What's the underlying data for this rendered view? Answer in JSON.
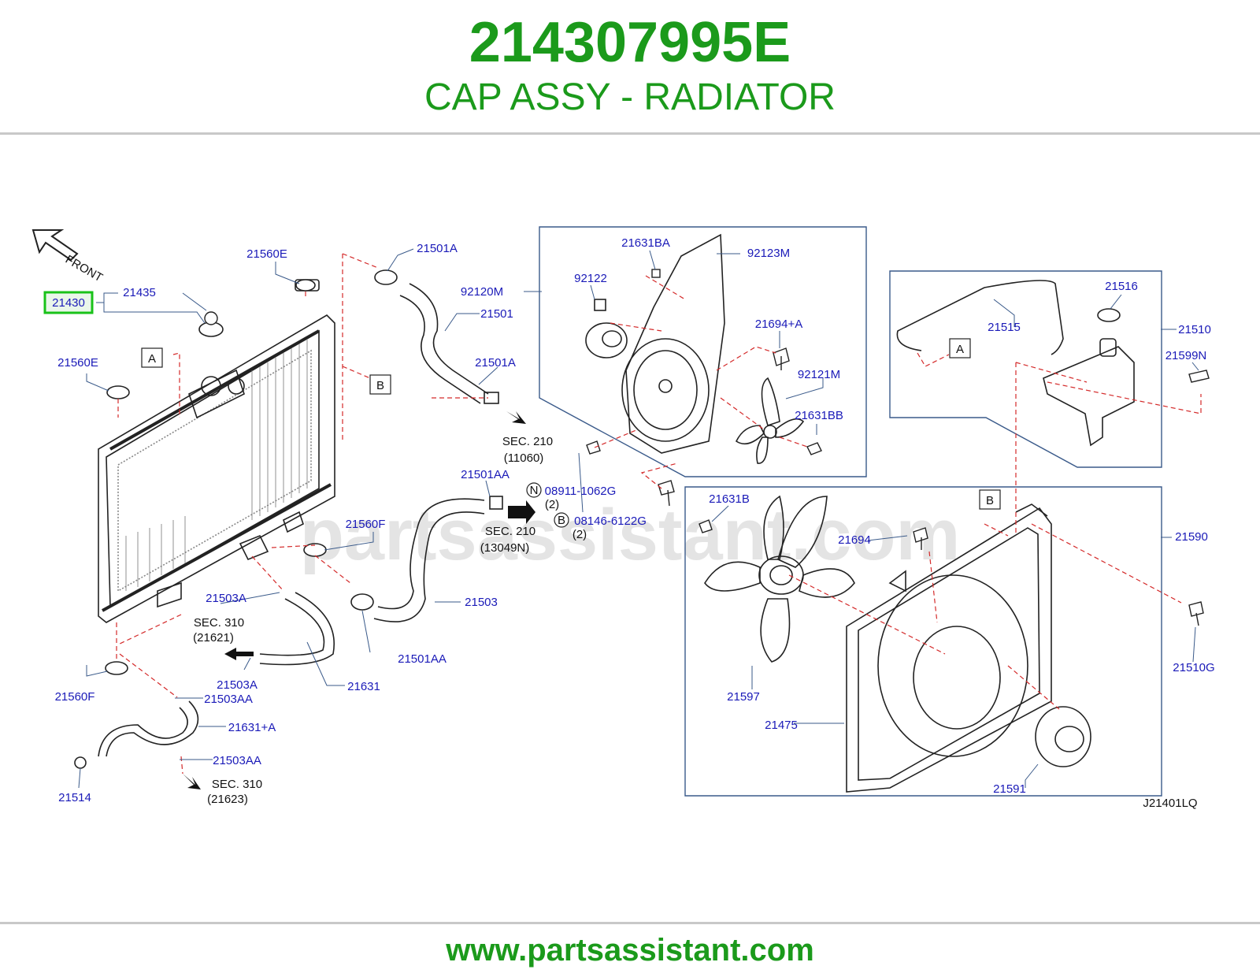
{
  "header": {
    "part_number": "214307995E",
    "part_name": "CAP ASSY - RADIATOR"
  },
  "footer": {
    "url": "www.partsassistant.com"
  },
  "diagram": {
    "watermark": "partsassistant.com",
    "front_label": "FRONT",
    "diagram_code": "J21401LQ",
    "highlight_color": "#19c219",
    "label_color": "#1a1ab8",
    "ref_markers": {
      "a": "A",
      "b": "B",
      "n": "N"
    },
    "highlighted_part": "21430",
    "parts": {
      "p21560E_top": "21560E",
      "p21435": "21435",
      "p21560E_left": "21560E",
      "p21501A_top": "21501A",
      "p92120M": "92120M",
      "p21501": "21501",
      "p21501A_mid": "21501A",
      "p21501AA_top": "21501AA",
      "p21560F_right": "21560F",
      "p21503A_top": "21503A",
      "p21503": "21503",
      "p21501AA_bottom": "21501AA",
      "p21503A_bottom": "21503A",
      "p21631": "21631",
      "p21560F_bottom": "21560F",
      "p21503AA_top": "21503AA",
      "p21631A": "21631+A",
      "p21503AA_bottom": "21503AA",
      "p21514": "21514",
      "p21631BA": "21631BA",
      "p92123M": "92123M",
      "p92122": "92122",
      "p21694A": "21694+A",
      "p92121M": "92121M",
      "p21631BB": "21631BB",
      "p21631B": "21631B",
      "p21694": "21694",
      "p21590": "21590",
      "p21597": "21597",
      "p21475": "21475",
      "p21591": "21591",
      "p21510G": "21510G",
      "p21516": "21516",
      "p21515": "21515",
      "p21510": "21510",
      "p21599N": "21599N",
      "p08911": "08911-1062G",
      "p08911_qty": "(2)",
      "p08146": "08146-6122G",
      "p08146_qty": "(2)"
    },
    "sections": {
      "sec210_top": "SEC. 210",
      "sec210_top_ref": "(11060)",
      "sec210_mid": "SEC. 210",
      "sec210_mid_ref": "(13049N)",
      "sec310_top": "SEC. 310",
      "sec310_top_ref": "(21621)",
      "sec310_bottom": "SEC. 310",
      "sec310_bottom_ref": "(21623)"
    }
  }
}
